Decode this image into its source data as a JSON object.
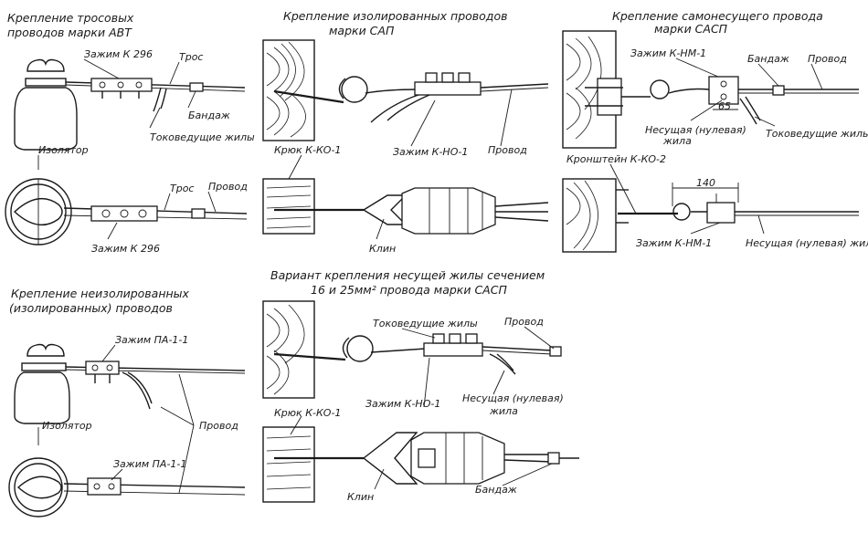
{
  "panels": {
    "avt": {
      "title_line1": "Крепление тросовых",
      "title_line2": "проводов марки АВТ",
      "label_clamp_top": "Зажим К 296",
      "label_cable": "Трос",
      "label_band": "Бандаж",
      "label_conductors": "Токоведущие жилы",
      "label_insulator": "Изолятор",
      "label_cable_bottom": "Трос",
      "label_wire": "Провод",
      "label_clamp_bottom": "Зажим К 296"
    },
    "sap": {
      "title_line1": "Крепление изолированных проводов",
      "title_line2": "марки САП",
      "label_hook": "Крюк К-КО-1",
      "label_clamp": "Зажим К-НО-1",
      "label_wire": "Провод",
      "label_wedge": "Клин"
    },
    "sasp": {
      "title_line1": "Крепление самонесущего провода",
      "title_line2": "марки САСП",
      "label_clamp_top": "Зажим К-НМ-1",
      "label_band": "Бандаж",
      "label_wire": "Провод",
      "dim_top": "65",
      "label_neutral_line1": "Несущая (нулевая)",
      "label_neutral_line2": "жила",
      "label_conductors": "Токоведущие жилы",
      "label_bracket": "Кронштейн К-КО-2",
      "dim_bottom": "140",
      "label_clamp_bottom": "Зажим К-НМ-1",
      "label_neutral_bottom": "Несущая (нулевая) жила"
    },
    "uninsulated": {
      "title_line1": "Крепление неизолированных",
      "title_line2": "(изолированных) проводов",
      "label_clamp_top": "Зажим ПА-1-1",
      "label_insulator": "Изолятор",
      "label_wire": "Провод",
      "label_clamp_bottom": "Зажим ПА-1-1"
    },
    "variant": {
      "title_line1": "Вариант крепления несущей жилы сечением",
      "title_line2": "16 и 25мм² провода марки САСП",
      "label_conductors": "Токоведущие жилы",
      "label_wire": "Провод",
      "label_clamp": "Зажим К-НО-1",
      "label_neutral_line1": "Несущая (нулевая)",
      "label_neutral_line2": "жила",
      "label_hook": "Крюк К-КО-1",
      "label_wedge": "Клин",
      "label_band": "Бандаж"
    }
  }
}
